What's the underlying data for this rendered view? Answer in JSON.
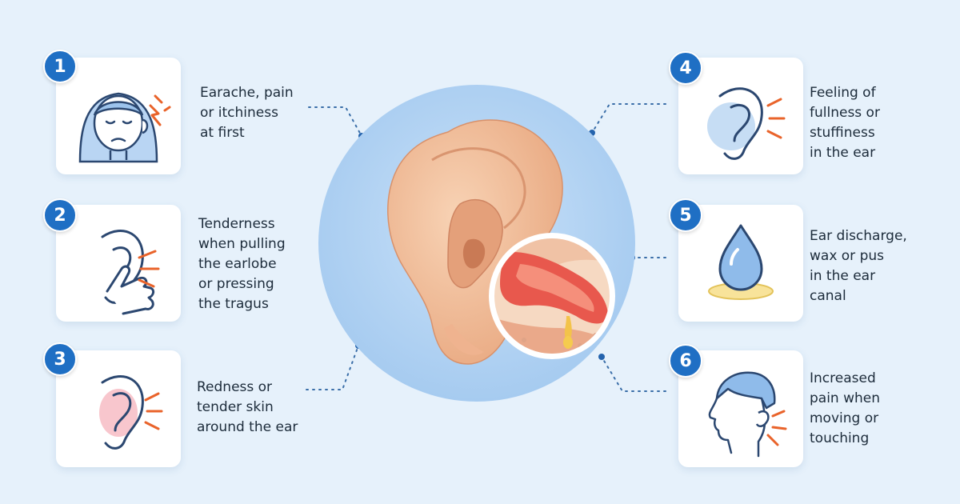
{
  "symptoms": [
    {
      "number": "1",
      "text": "Earache, pain\nor itchiness\nat first",
      "icon": "woman-earache-icon"
    },
    {
      "number": "2",
      "text": "Tenderness\nwhen pulling\nthe earlobe\nor pressing\nthe tragus",
      "icon": "finger-pressing-ear-icon"
    },
    {
      "number": "3",
      "text": "Redness or\ntender skin\naround the ear",
      "icon": "red-ear-icon"
    },
    {
      "number": "4",
      "text": "Feeling of\nfullness or\nstuffiness\nin the ear",
      "icon": "ear-fullness-icon"
    },
    {
      "number": "5",
      "text": "Ear discharge,\nwax or pus\nin the ear\ncanal",
      "icon": "discharge-drop-icon"
    },
    {
      "number": "6",
      "text": "Increased\npain when\nmoving or\ntouching",
      "icon": "head-ear-pain-icon"
    }
  ],
  "colors": {
    "background": "#e6f1fb",
    "badge": "#1f6fc4",
    "accent_orange": "#e9632a",
    "line_icon": "#2b4770",
    "circle": "#a8cdf2",
    "ear_skin": "#f2c09c"
  }
}
